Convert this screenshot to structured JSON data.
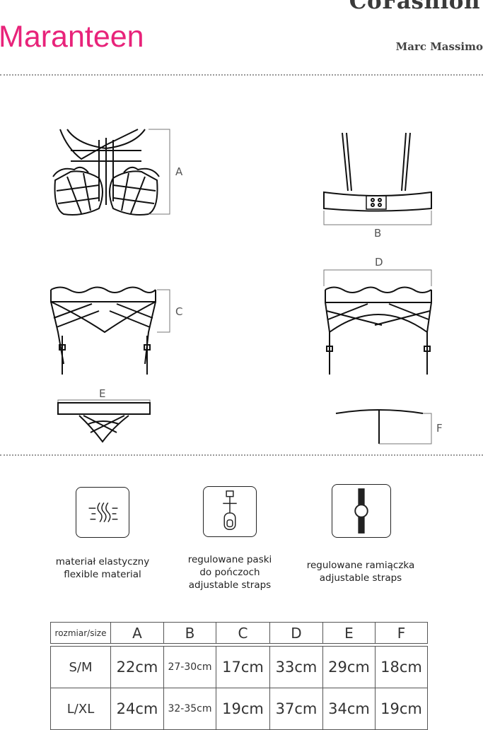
{
  "header": {
    "brand": "CoFashion",
    "product": "Maranteen",
    "designer": "Marc Massimo"
  },
  "diagrams": {
    "labels": [
      "A",
      "B",
      "C",
      "D",
      "E",
      "F"
    ]
  },
  "features": [
    {
      "icon": "elastic-wave-icon",
      "lines": [
        "materiał elastyczny",
        "flexible material"
      ]
    },
    {
      "icon": "adjustable-clip-icon",
      "lines": [
        "regulowane paski",
        "do pończoch",
        "adjustable straps"
      ]
    },
    {
      "icon": "strap-slider-icon",
      "lines": [
        "regulowane ramiączka",
        "adjustable straps"
      ]
    }
  ],
  "size_table": {
    "corner": "rozmiar/size",
    "columns": [
      "A",
      "B",
      "C",
      "D",
      "E",
      "F"
    ],
    "rows": [
      {
        "size": "S/M",
        "values": [
          "22cm",
          "27-30cm",
          "17cm",
          "33cm",
          "29cm",
          "18cm"
        ]
      },
      {
        "size": "L/XL",
        "values": [
          "24cm",
          "32-35cm",
          "19cm",
          "37cm",
          "34cm",
          "19cm"
        ]
      }
    ]
  }
}
